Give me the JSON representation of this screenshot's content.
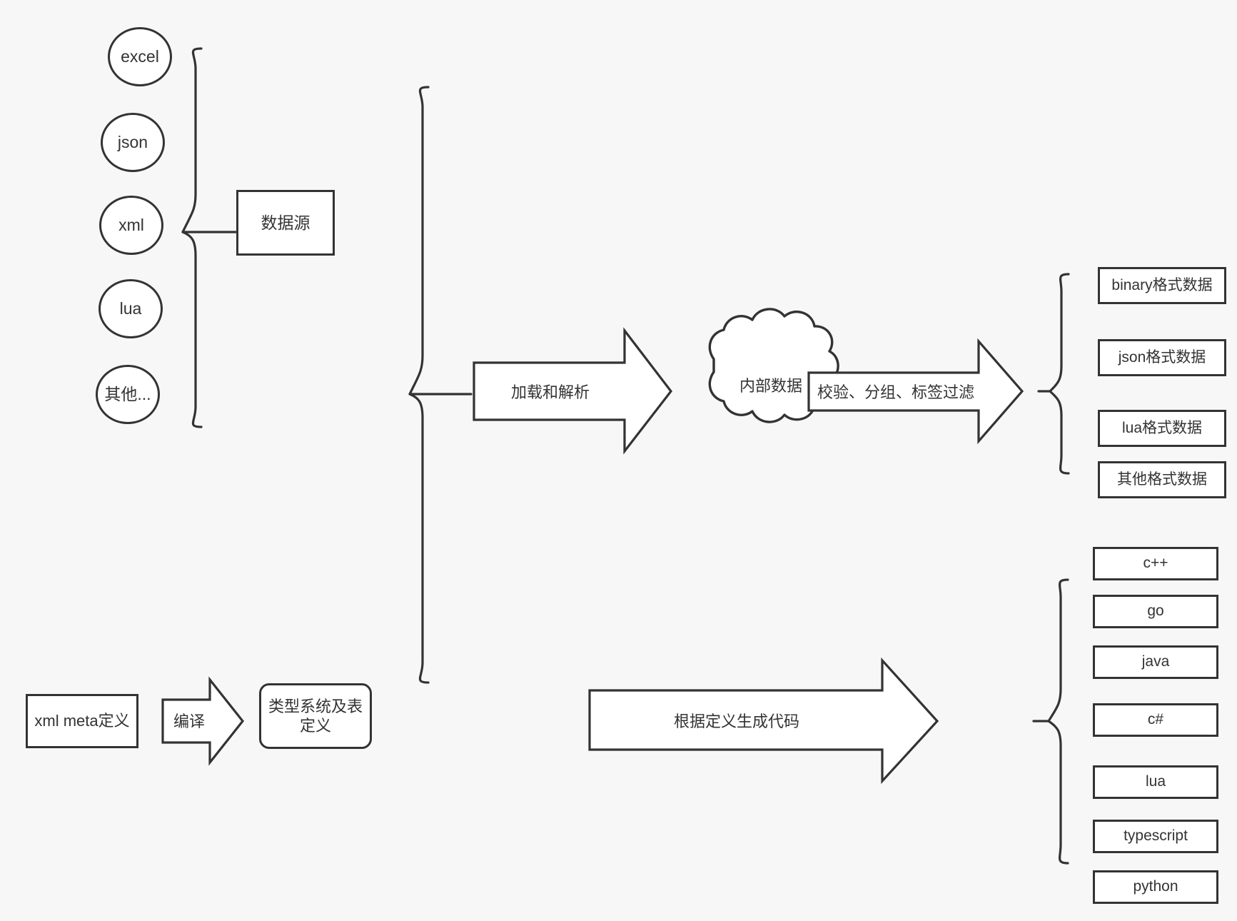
{
  "diagram": {
    "title": "data pipeline architecture diagram",
    "background_color": "#f7f7f7",
    "stroke_color": "#333333",
    "fill_color": "#ffffff"
  },
  "sources": {
    "group_label": "数据源",
    "items": [
      {
        "label": "excel"
      },
      {
        "label": "json"
      },
      {
        "label": "xml"
      },
      {
        "label": "lua"
      },
      {
        "label": "其他..."
      }
    ]
  },
  "meta": {
    "definition_label": "xml meta定义",
    "compile_arrow_label": "编译",
    "type_system_label": "类型系统及表定义"
  },
  "pipeline": {
    "load_arrow_label": "加载和解析",
    "cloud_label": "内部数据",
    "filter_arrow_label": "校验、分组、标签过滤",
    "codegen_arrow_label": "根据定义生成代码"
  },
  "outputs": {
    "formats": [
      {
        "label": "binary格式数据"
      },
      {
        "label": "json格式数据"
      },
      {
        "label": "lua格式数据"
      },
      {
        "label": "其他格式数据"
      }
    ],
    "languages": [
      {
        "label": "c++"
      },
      {
        "label": "go"
      },
      {
        "label": "java"
      },
      {
        "label": "c#"
      },
      {
        "label": "lua"
      },
      {
        "label": "typescript"
      },
      {
        "label": "python"
      }
    ]
  }
}
